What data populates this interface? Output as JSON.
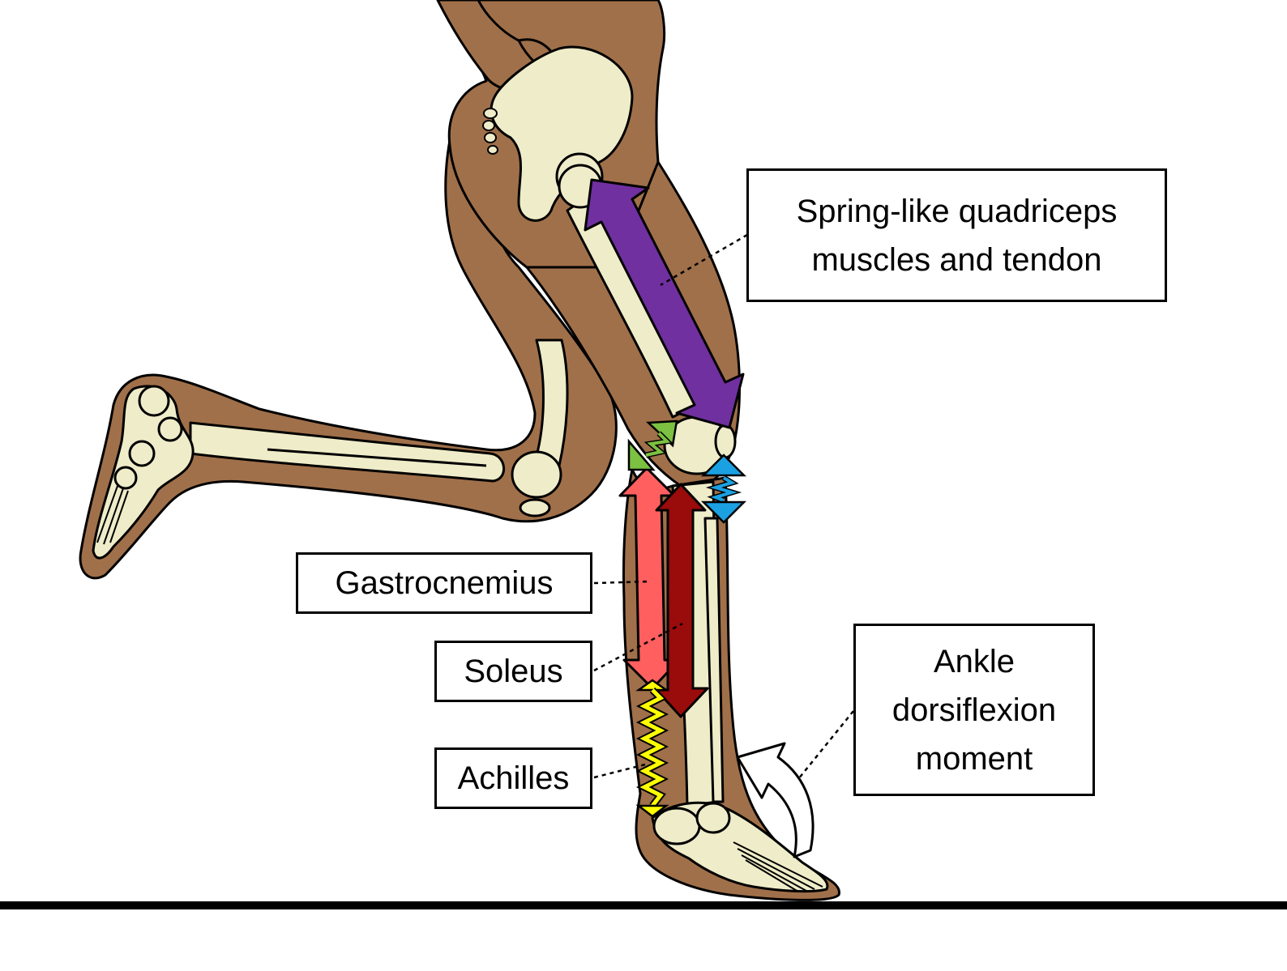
{
  "labels": {
    "quadriceps": {
      "line1": "Spring-like quadriceps",
      "line2": "muscles and tendon"
    },
    "gastrocnemius": "Gastrocnemius",
    "soleus": "Soleus",
    "achilles": "Achilles",
    "ankle": {
      "line1": "Ankle",
      "line2": "dorsiflexion",
      "line3": "moment"
    }
  },
  "colors": {
    "skin": "#a0704a",
    "bone": "#efecc9",
    "quadriceps_arrow": "#7030a0",
    "gastrocnemius_arrow": "#ff5f5f",
    "soleus_arrow": "#9a0b0b",
    "achilles_spring": "#ffff00",
    "knee_green": "#7cc142",
    "patellar_blue": "#1ba1e2",
    "ground": "#000000"
  }
}
